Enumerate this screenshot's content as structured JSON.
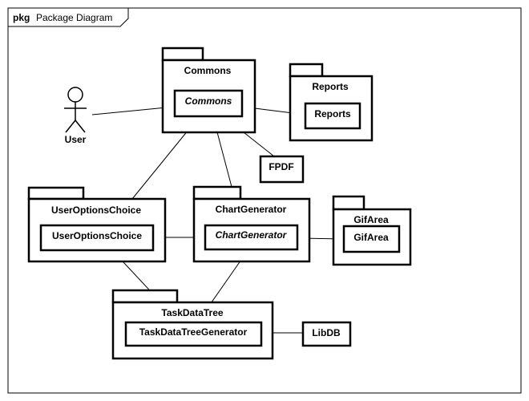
{
  "frame": {
    "keyword": "pkg",
    "title": "Package Diagram"
  },
  "actor": {
    "label": "User"
  },
  "packages": {
    "commons": {
      "name": "Commons",
      "inner": "Commons"
    },
    "reports": {
      "name": "Reports",
      "inner": "Reports"
    },
    "user_options": {
      "name": "UserOptionsChoice",
      "inner": "UserOptionsChoice"
    },
    "chart_generator": {
      "name": "ChartGenerator",
      "inner": "ChartGenerator"
    },
    "gif_area": {
      "name": "GifArea",
      "inner": "GifArea"
    },
    "task_data_tree": {
      "name": "TaskDataTree",
      "inner": "TaskDataTreeGenerator"
    }
  },
  "components": {
    "fpdf": "FPDF",
    "libdb": "LibDB"
  }
}
